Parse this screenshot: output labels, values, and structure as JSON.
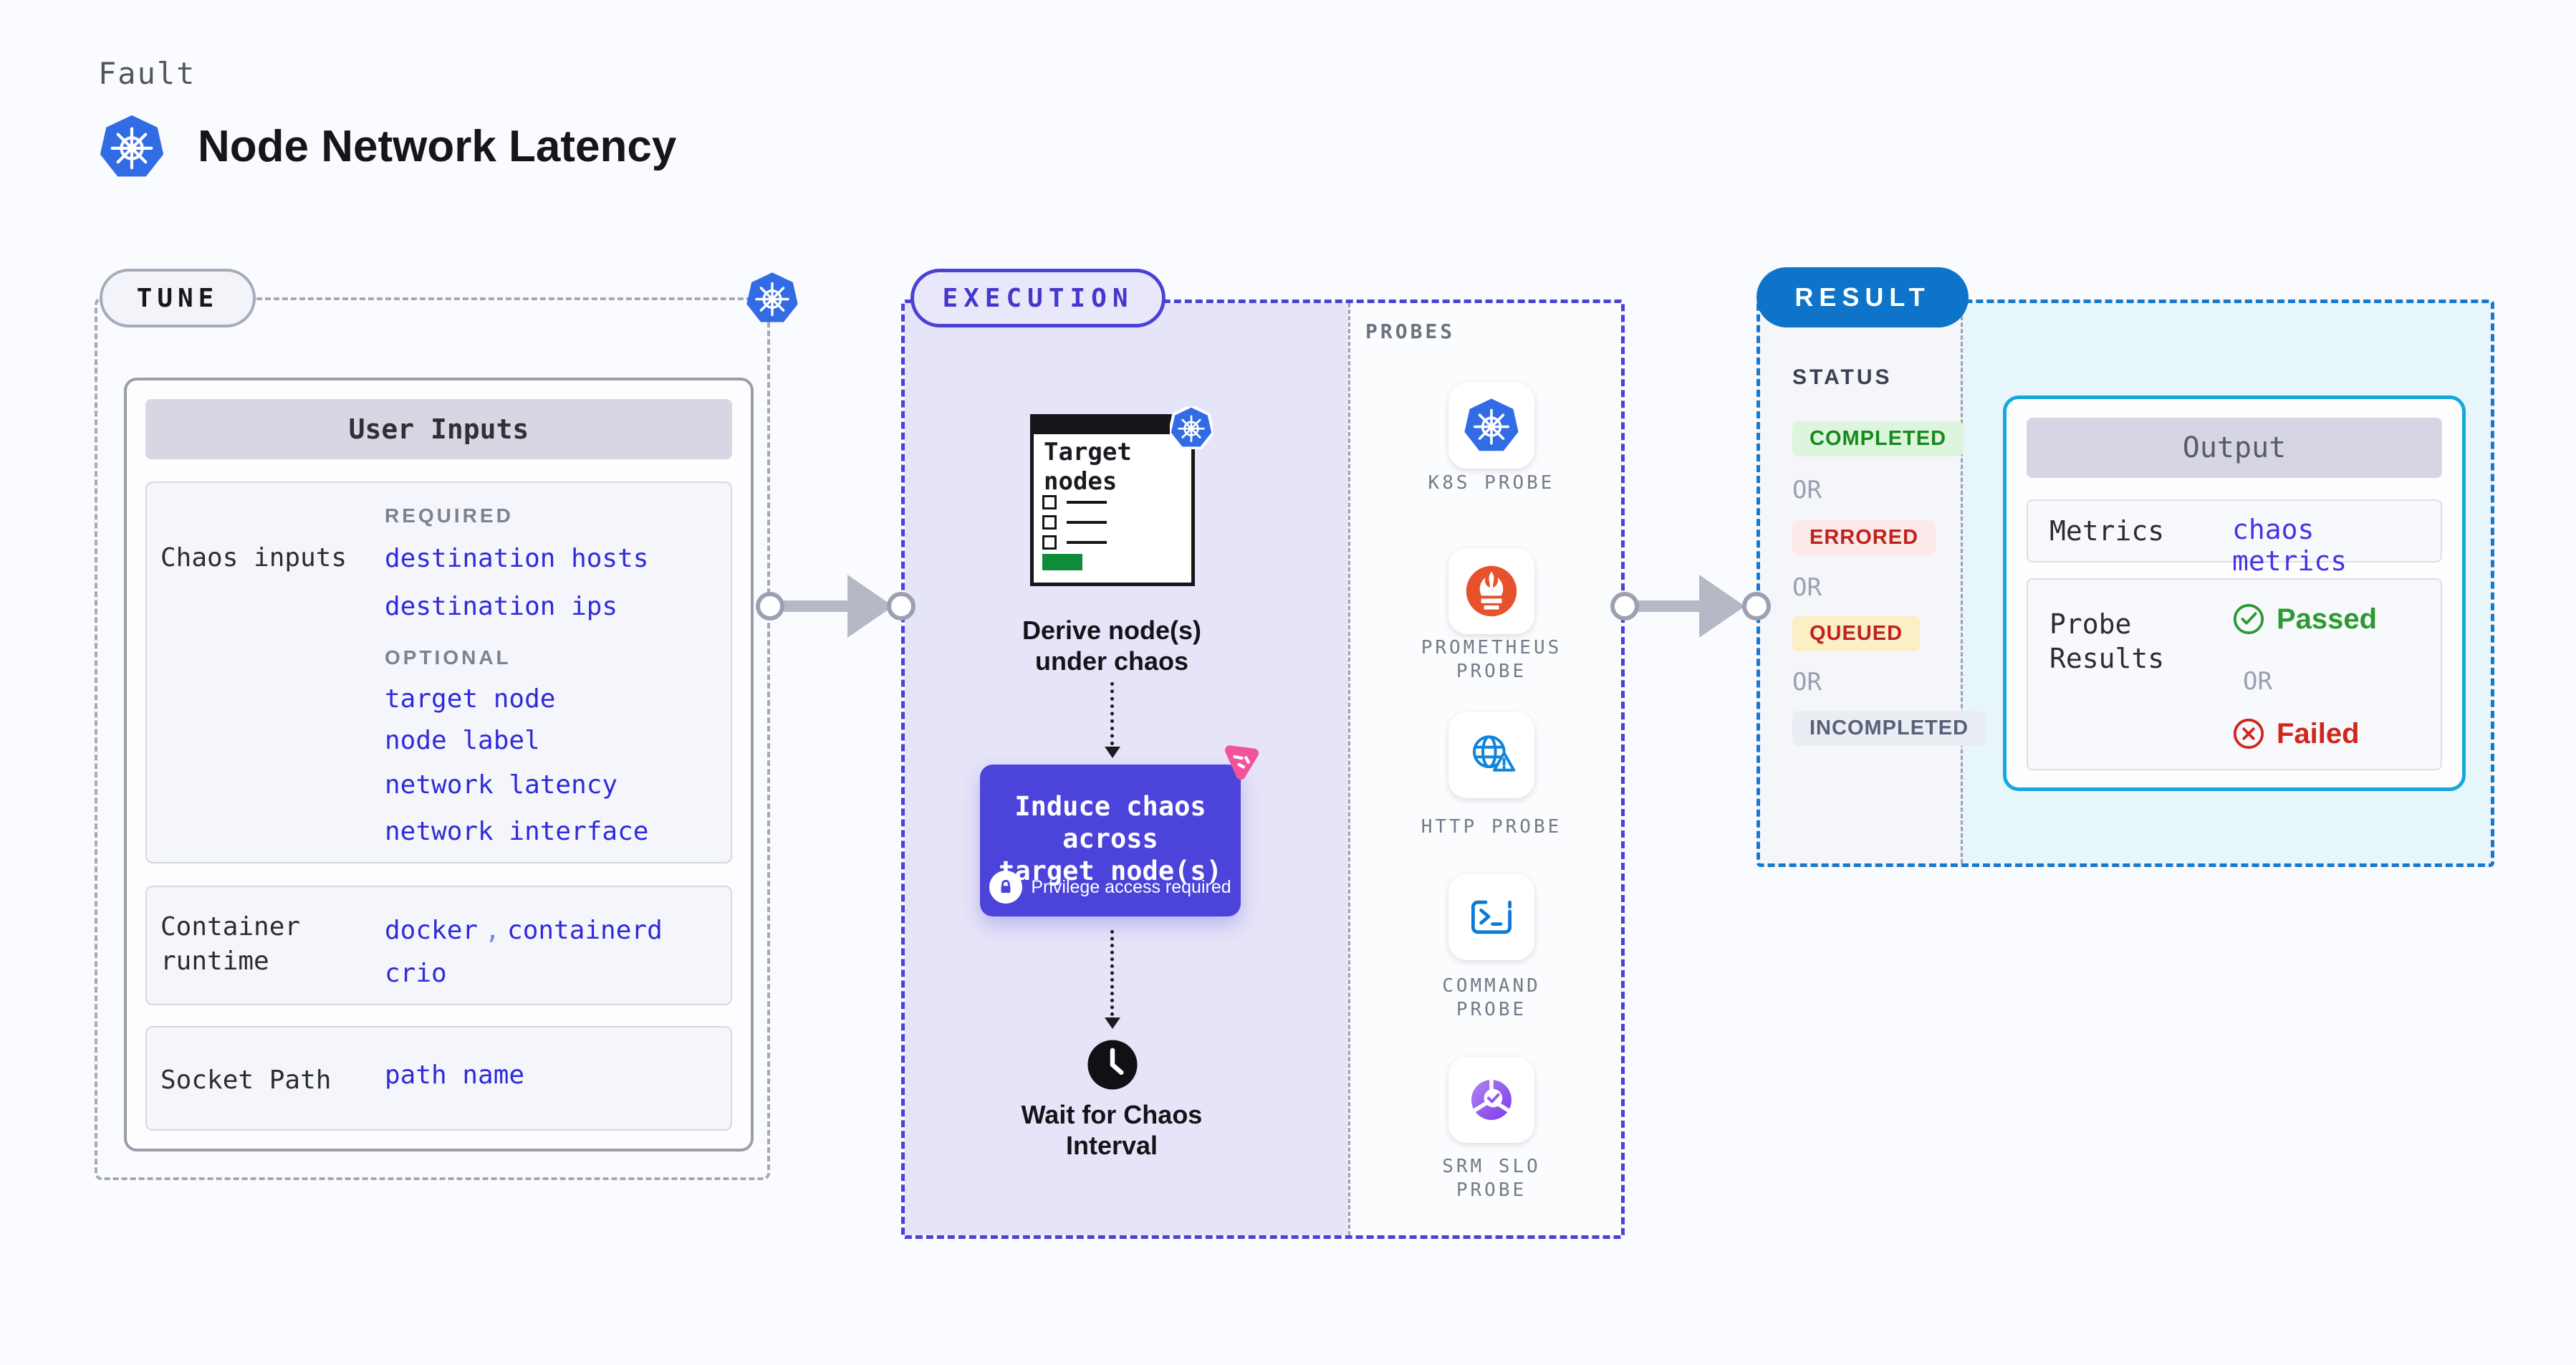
{
  "header": {
    "kicker": "Fault",
    "title": "Node Network Latency"
  },
  "tune": {
    "badge": "TUNE",
    "panel_title": "User Inputs",
    "chaos_inputs": {
      "label": "Chaos inputs",
      "required_heading": "REQUIRED",
      "required_items": [
        "destination hosts",
        "destination ips"
      ],
      "optional_heading": "OPTIONAL",
      "optional_items": [
        "target node",
        "node label",
        "network latency",
        "network interface"
      ]
    },
    "container_runtime": {
      "label": "Container runtime",
      "value1": "docker",
      "separator": ",",
      "value2": "containerd",
      "value3": "crio"
    },
    "socket_path": {
      "label": "Socket Path",
      "value": "path name"
    }
  },
  "execution": {
    "badge": "EXECUTION",
    "target_card": {
      "title_line1": "Target",
      "title_line2": "nodes"
    },
    "derive": {
      "line1": "Derive node(s)",
      "line2": "under chaos"
    },
    "induce": {
      "line1": "Induce chaos across",
      "line2": "target node(s)",
      "note": "Privilege access required"
    },
    "wait": {
      "line1": "Wait for Chaos",
      "line2": "Interval"
    },
    "probes": {
      "heading": "PROBES",
      "items": [
        "K8S PROBE",
        "PROMETHEUS PROBE",
        "HTTP PROBE",
        "COMMAND PROBE",
        "SRM SLO PROBE"
      ]
    }
  },
  "result": {
    "badge": "RESULT",
    "status": {
      "heading": "STATUS",
      "or": "OR",
      "badges": [
        "COMPLETED",
        "ERRORED",
        "QUEUED",
        "INCOMPLETED"
      ]
    },
    "output": {
      "title": "Output",
      "metrics_label": "Metrics",
      "metrics_value": "chaos metrics",
      "probe_label": "Probe Results",
      "passed": "Passed",
      "or": "OR",
      "failed": "Failed"
    }
  },
  "icons": {
    "kubernetes": "kubernetes-icon",
    "prometheus": "prometheus-icon",
    "http": "globe-alert-icon",
    "command": "terminal-icon",
    "srm_slo": "slo-donut-check-icon",
    "lock": "lock-icon",
    "clock": "clock-icon",
    "litmus": "litmus-chaos-icon",
    "passed": "check-circle-icon",
    "failed": "x-circle-icon"
  },
  "colors": {
    "background": "#FAFBFE",
    "kubernetes_blue": "#326CE5",
    "execution_indigo": "#4A42D5",
    "execution_panel": "#E6E4F8",
    "induce_box": "#4B43DA",
    "result_blue": "#0D74C9",
    "result_dash": "#1778CE",
    "output_border": "#16A7DC",
    "output_panel": "#E7F6FB",
    "link_blue": "#2F2BD9",
    "metrics_blue": "#4335E6",
    "completed_green": "#17891D",
    "errored_red": "#C3201C",
    "passed_green": "#2C9A2E",
    "failed_red": "#D2251C",
    "prometheus_orange": "#E6522C",
    "litmus_pink": "#F0549C",
    "target_button_green": "#0E8C3A",
    "arrow_gray": "#B6B8C6"
  }
}
